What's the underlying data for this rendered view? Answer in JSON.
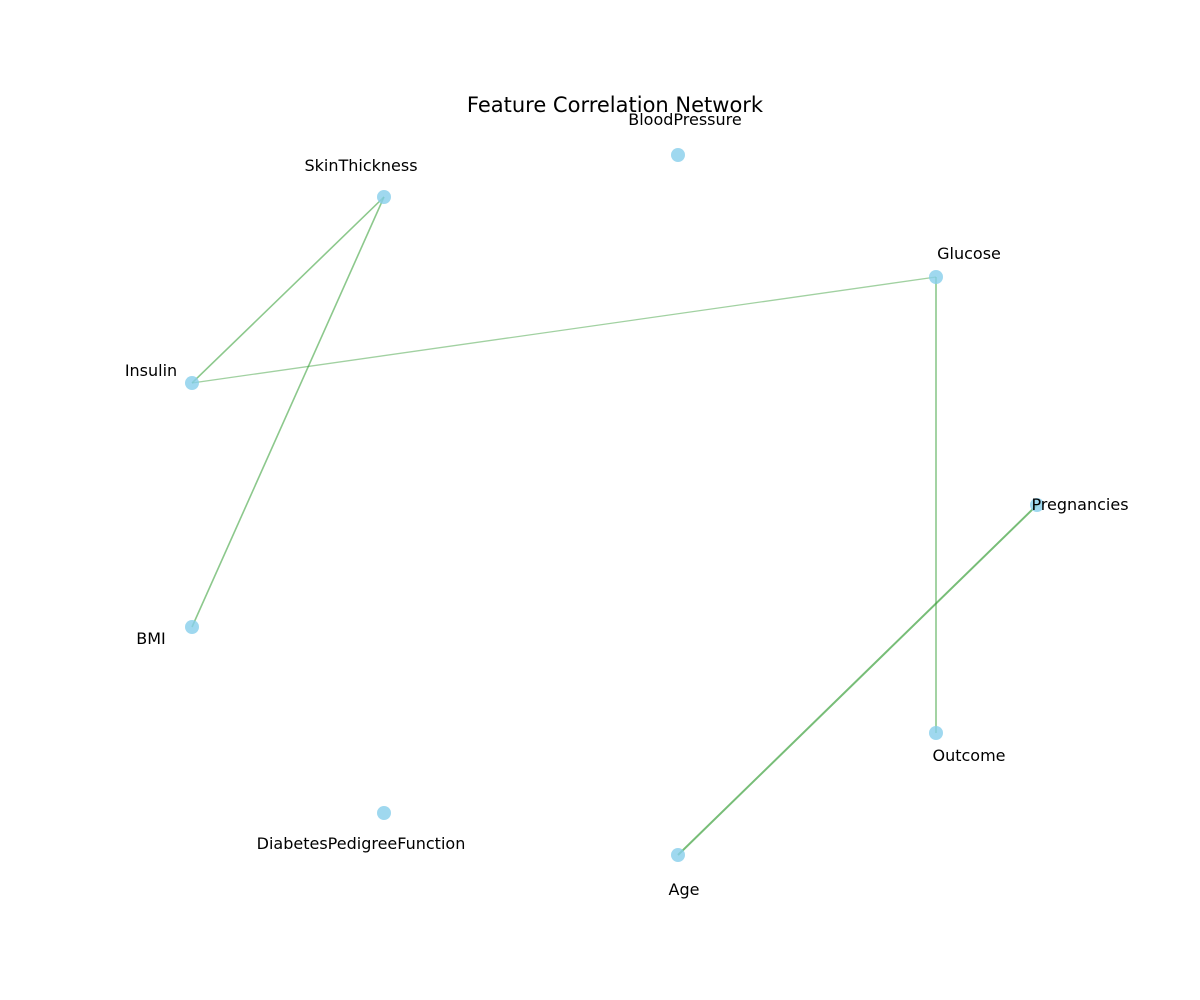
{
  "title": "Feature Correlation Network",
  "colors": {
    "background": "#ffffff",
    "node": "#87ceeb",
    "edge": "#2e9a2e",
    "text": "#000000"
  },
  "nodes": [
    {
      "id": "Pregnancies",
      "label": "Pregnancies"
    },
    {
      "id": "Glucose",
      "label": "Glucose"
    },
    {
      "id": "BloodPressure",
      "label": "BloodPressure"
    },
    {
      "id": "SkinThickness",
      "label": "SkinThickness"
    },
    {
      "id": "Insulin",
      "label": "Insulin"
    },
    {
      "id": "BMI",
      "label": "BMI"
    },
    {
      "id": "DiabetesPedigreeFunction",
      "label": "DiabetesPedigreeFunction"
    },
    {
      "id": "Age",
      "label": "Age"
    },
    {
      "id": "Outcome",
      "label": "Outcome"
    }
  ],
  "edges": [
    {
      "source": "SkinThickness",
      "target": "Insulin",
      "strength": "medium"
    },
    {
      "source": "SkinThickness",
      "target": "BMI",
      "strength": "medium"
    },
    {
      "source": "Insulin",
      "target": "Glucose",
      "strength": "weak"
    },
    {
      "source": "Glucose",
      "target": "Outcome",
      "strength": "medium"
    },
    {
      "source": "Pregnancies",
      "target": "Age",
      "strength": "strong"
    }
  ]
}
